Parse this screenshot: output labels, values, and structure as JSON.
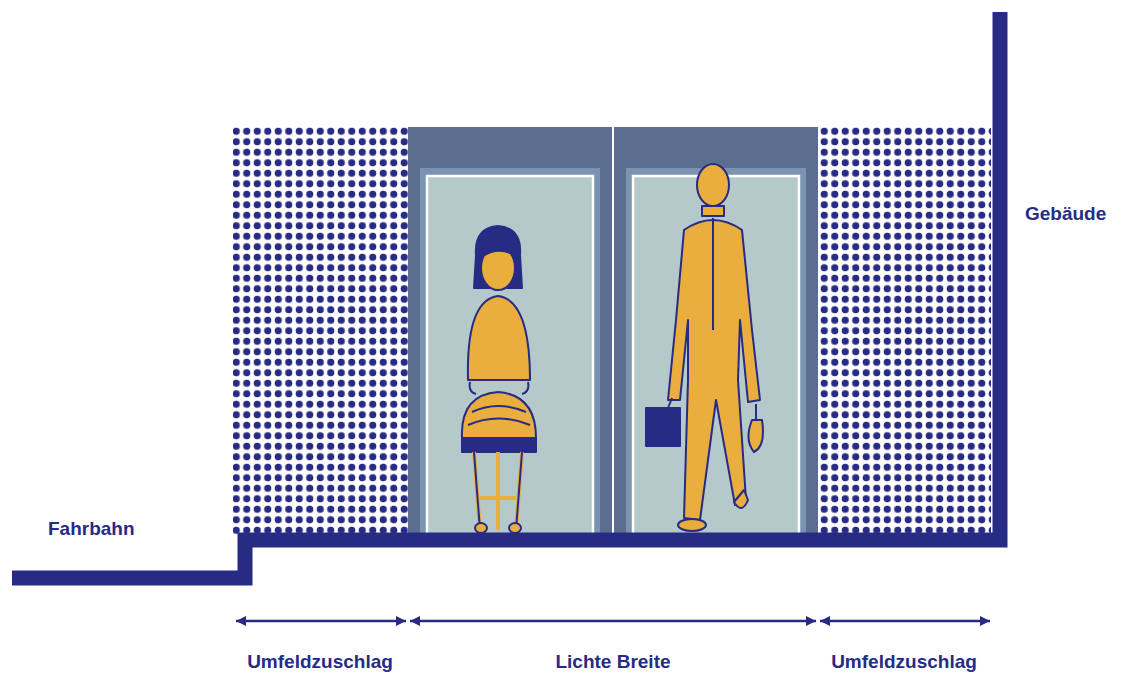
{
  "diagram": {
    "labels": [
      "Fahrbahn",
      "Gebäude",
      "Umfeldzuschlag",
      "Lichte Breite",
      "Umfeldzuschlag"
    ]
  }
}
